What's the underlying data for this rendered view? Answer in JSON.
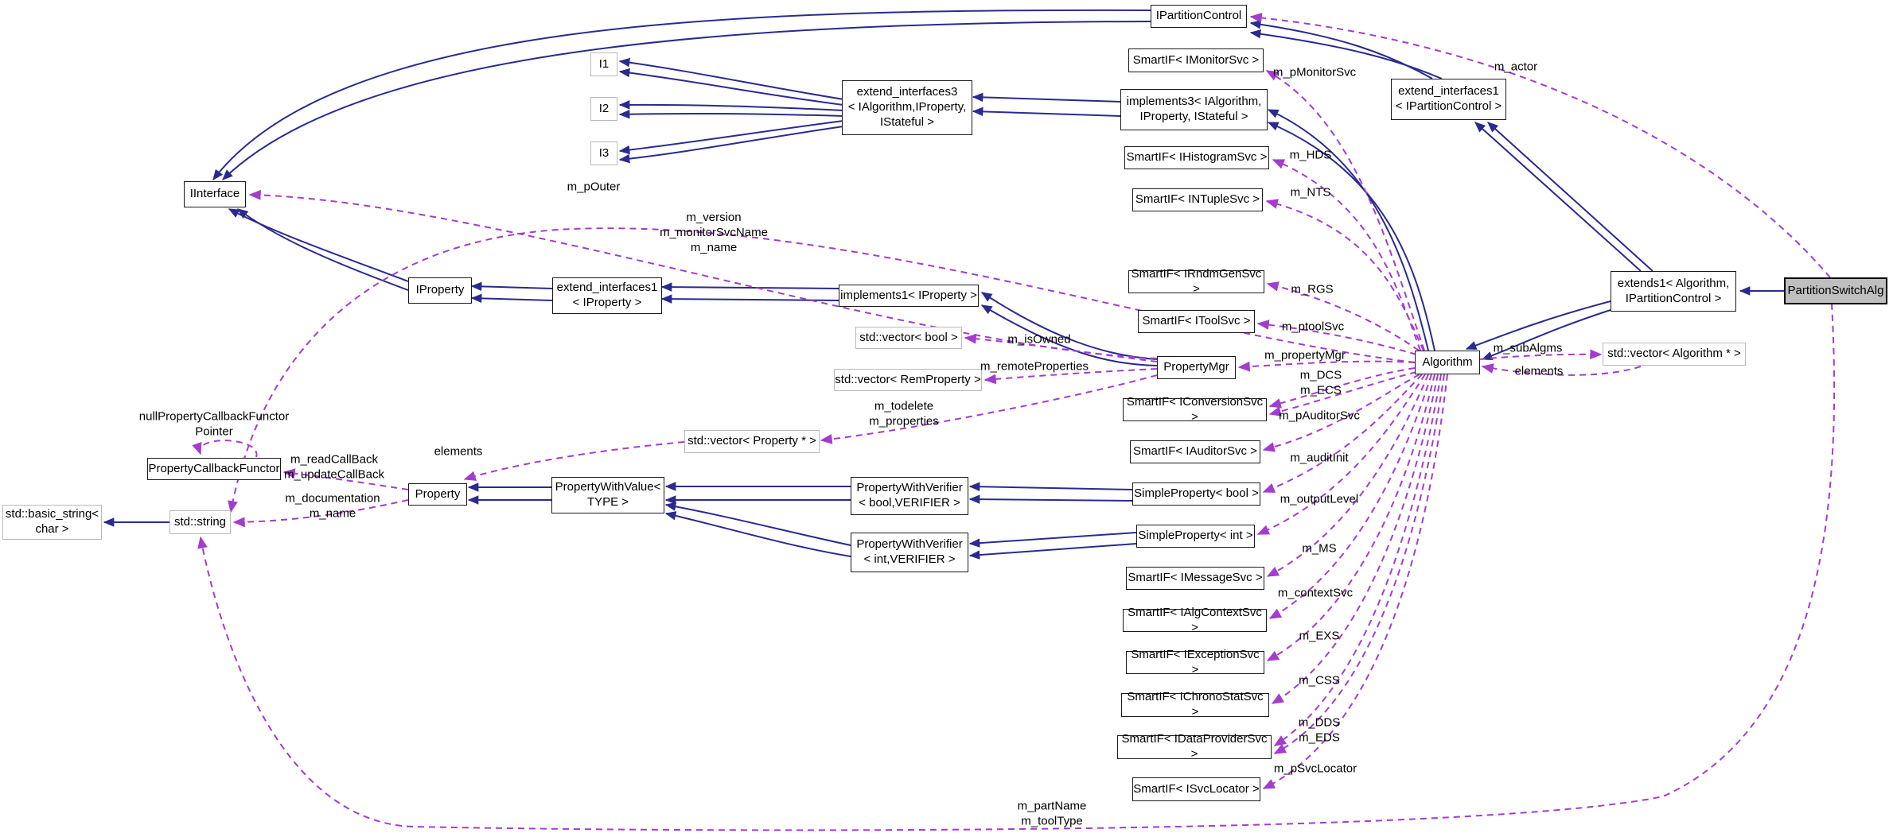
{
  "diagram": {
    "kind": "collaboration-graph",
    "highlighted_node": "PartitionSwitchAlg",
    "colors": {
      "inheritance_edge": "#2a2a8f",
      "usage_edge": "#a33ccf",
      "node_border": "#1a1a1a",
      "template_node_border": "#b9b9b9",
      "highlight_fill": "#bfbfbf",
      "background": "#ffffff"
    }
  },
  "nodes": [
    {
      "id": "IInterface",
      "label": "IInterface"
    },
    {
      "id": "IPartitionControl",
      "label": "IPartitionControl"
    },
    {
      "id": "SmartIF-IMonitorSvc",
      "label": "SmartIF< IMonitorSvc >"
    },
    {
      "id": "extend-interfaces1-IPartitionControl",
      "label": "extend_interfaces1\n< IPartitionControl >"
    },
    {
      "id": "I1",
      "label": "I1"
    },
    {
      "id": "I2",
      "label": "I2"
    },
    {
      "id": "I3",
      "label": "I3"
    },
    {
      "id": "extend-interfaces3",
      "label": "extend_interfaces3\n< IAlgorithm,IProperty,\nIStateful >"
    },
    {
      "id": "implements3",
      "label": "implements3< IAlgorithm,\nIProperty, IStateful >"
    },
    {
      "id": "SmartIF-IHistogramSvc",
      "label": "SmartIF< IHistogramSvc >"
    },
    {
      "id": "SmartIF-INTupleSvc",
      "label": "SmartIF< INTupleSvc >"
    },
    {
      "id": "IProperty",
      "label": "IProperty"
    },
    {
      "id": "extend-interfaces1-IProperty",
      "label": "extend_interfaces1\n< IProperty >"
    },
    {
      "id": "implements1-IProperty",
      "label": "implements1< IProperty >"
    },
    {
      "id": "SmartIF-IRndmGenSvc",
      "label": "SmartIF< IRndmGenSvc >"
    },
    {
      "id": "SmartIF-IToolSvc",
      "label": "SmartIF< IToolSvc >"
    },
    {
      "id": "std-vector-bool",
      "label": "std::vector< bool >"
    },
    {
      "id": "std-vector-RemProperty",
      "label": "std::vector< RemProperty >"
    },
    {
      "id": "PropertyMgr",
      "label": "PropertyMgr"
    },
    {
      "id": "Algorithm",
      "label": "Algorithm"
    },
    {
      "id": "extends1-Algorithm-IPartitionControl",
      "label": "extends1< Algorithm,\nIPartitionControl >"
    },
    {
      "id": "PartitionSwitchAlg",
      "label": "PartitionSwitchAlg"
    },
    {
      "id": "std-vector-Algorithm-ptr",
      "label": "std::vector< Algorithm * >"
    },
    {
      "id": "SmartIF-IConversionSvc",
      "label": "SmartIF< IConversionSvc >"
    },
    {
      "id": "SmartIF-IAuditorSvc",
      "label": "SmartIF< IAuditorSvc >"
    },
    {
      "id": "SimpleProperty-bool",
      "label": "SimpleProperty< bool >"
    },
    {
      "id": "SimpleProperty-int",
      "label": "SimpleProperty< int >"
    },
    {
      "id": "SmartIF-IMessageSvc",
      "label": "SmartIF< IMessageSvc >"
    },
    {
      "id": "SmartIF-IAlgContextSvc",
      "label": "SmartIF< IAlgContextSvc >"
    },
    {
      "id": "SmartIF-IExceptionSvc",
      "label": "SmartIF< IExceptionSvc >"
    },
    {
      "id": "SmartIF-IChronoStatSvc",
      "label": "SmartIF< IChronoStatSvc >"
    },
    {
      "id": "SmartIF-IDataProviderSvc",
      "label": "SmartIF< IDataProviderSvc >"
    },
    {
      "id": "SmartIF-ISvcLocator",
      "label": "SmartIF< ISvcLocator >"
    },
    {
      "id": "PropertyCallbackFunctor",
      "label": "PropertyCallbackFunctor"
    },
    {
      "id": "std-basic-string-char",
      "label": "std::basic_string<\nchar >"
    },
    {
      "id": "std-string",
      "label": "std::string"
    },
    {
      "id": "Property",
      "label": "Property"
    },
    {
      "id": "PropertyWithValue-TYPE",
      "label": "PropertyWithValue<\nTYPE >"
    },
    {
      "id": "std-vector-Property-ptr",
      "label": "std::vector< Property * >"
    },
    {
      "id": "PropertyWithVerifier-bool",
      "label": "PropertyWithVerifier\n< bool,VERIFIER >"
    },
    {
      "id": "PropertyWithVerifier-int",
      "label": "PropertyWithVerifier\n< int,VERIFIER >"
    }
  ],
  "labels": [
    {
      "text": "m_actor"
    },
    {
      "text": "m_pMonitorSvc"
    },
    {
      "text": "m_pOuter"
    },
    {
      "text": "m_version\nm_monitorSvcName\nm_name"
    },
    {
      "text": "m_HDS"
    },
    {
      "text": "m_NTS"
    },
    {
      "text": "m_RGS"
    },
    {
      "text": "m_ptoolSvc"
    },
    {
      "text": "m_propertyMgr"
    },
    {
      "text": "m_DCS\nm_ECS"
    },
    {
      "text": "m_isOwned"
    },
    {
      "text": "m_remoteProperties"
    },
    {
      "text": "m_todelete\nm_properties"
    },
    {
      "text": "m_subAlgms"
    },
    {
      "text": "elements"
    },
    {
      "text": "m_pAuditorSvc"
    },
    {
      "text": "m_auditInit"
    },
    {
      "text": "m_outputLevel"
    },
    {
      "text": "m_MS"
    },
    {
      "text": "m_contextSvc"
    },
    {
      "text": "m_EXS"
    },
    {
      "text": "m_CSS"
    },
    {
      "text": "m_DDS\nm_EDS"
    },
    {
      "text": "m_pSvcLocator"
    },
    {
      "text": "m_partName\nm_toolType"
    },
    {
      "text": "nullPropertyCallbackFunctor\nPointer"
    },
    {
      "text": "m_readCallBack\nm_updateCallBack"
    },
    {
      "text": "m_documentation\nm_name"
    },
    {
      "text": "elements"
    }
  ]
}
